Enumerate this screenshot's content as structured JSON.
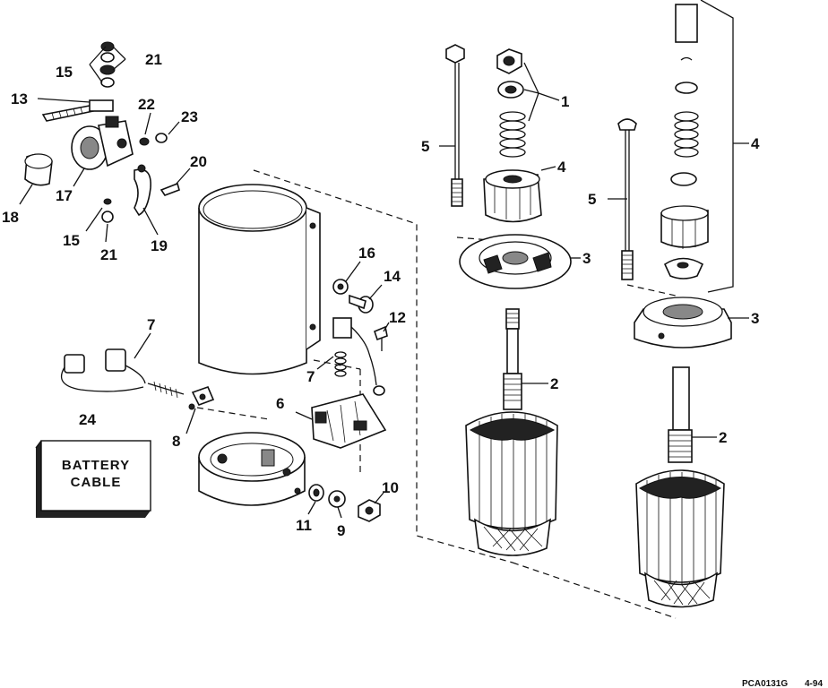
{
  "callouts": {
    "c1": "1",
    "c2a": "2",
    "c2b": "2",
    "c3a": "3",
    "c3b": "3",
    "c4a": "4",
    "c4b": "4",
    "c5a": "5",
    "c5b": "5",
    "c6": "6",
    "c7a": "7",
    "c7b": "7",
    "c8": "8",
    "c9": "9",
    "c10": "10",
    "c11": "11",
    "c12": "12",
    "c13": "13",
    "c14": "14",
    "c15a": "15",
    "c15b": "15",
    "c16": "16",
    "c17": "17",
    "c18": "18",
    "c19": "19",
    "c20": "20",
    "c21a": "21",
    "c21b": "21",
    "c22": "22",
    "c23": "23",
    "c24": "24"
  },
  "battery_label": {
    "line1": "BATTERY",
    "line2": "CABLE"
  },
  "footer": {
    "code": "PCA0131G",
    "page": "4-94"
  }
}
